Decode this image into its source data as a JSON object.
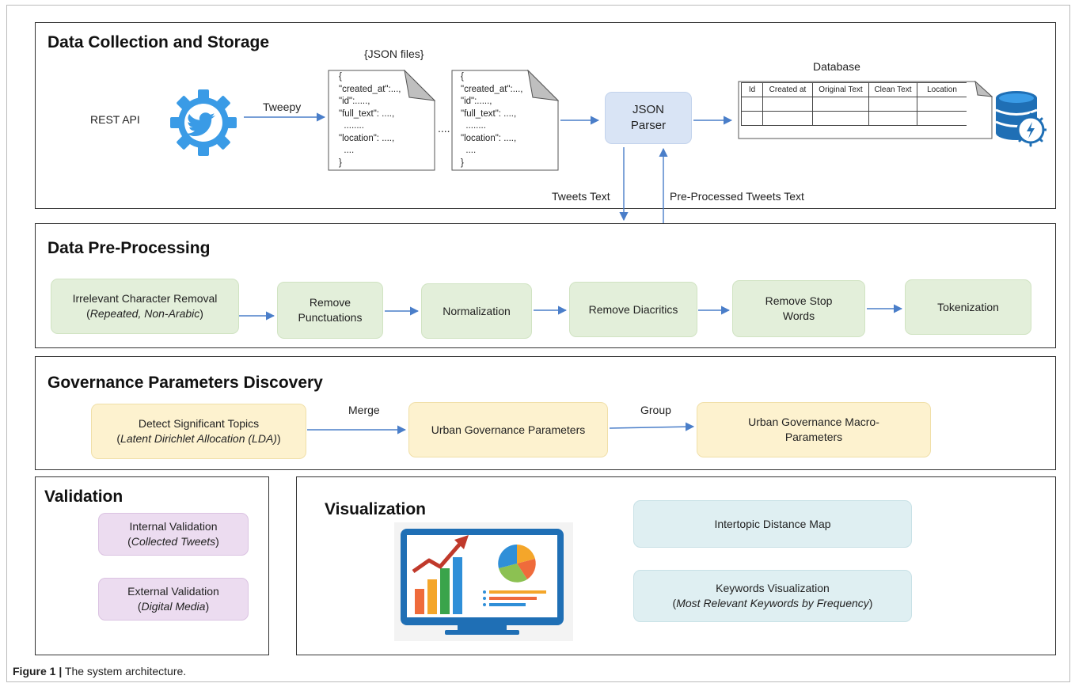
{
  "sections": {
    "collection": "Data Collection and Storage",
    "preprocessing": "Data Pre-Processing",
    "governance": "Governance Parameters Discovery",
    "validation": "Validation",
    "visualization": "Visualization"
  },
  "collection": {
    "rest_api": "REST API",
    "tweepy": "Tweepy",
    "json_files_label": "{JSON files}",
    "json_doc_lines": [
      "{",
      "\"created_at\":...,",
      "\"id\":.....,",
      "\"full_text\": ....,",
      "  ........",
      "\"location\": ....,",
      "  ....",
      "}"
    ],
    "ellipsis": "....",
    "parser": "JSON\nParser",
    "database_label": "Database",
    "db_columns": [
      "Id",
      "Created at",
      "Original Text",
      "Clean Text",
      "Location"
    ],
    "tweets_text": "Tweets Text",
    "preprocessed_text": "Pre-Processed Tweets Text"
  },
  "preprocessing_steps": [
    {
      "main": "Irrelevant Character Removal",
      "sub": "Repeated, Non-Arabic"
    },
    {
      "main": "Remove Punctuations",
      "sub": ""
    },
    {
      "main": "Normalization",
      "sub": ""
    },
    {
      "main": "Remove Diacritics",
      "sub": ""
    },
    {
      "main": "Remove Stop Words",
      "sub": ""
    },
    {
      "main": "Tokenization",
      "sub": ""
    }
  ],
  "governance": {
    "detect_main": "Detect Significant Topics",
    "detect_sub": "Latent Dirichlet Allocation (LDA)",
    "merge": "Merge",
    "parameters": "Urban Governance Parameters",
    "group": "Group",
    "macro": "Urban Governance Macro-Parameters"
  },
  "validation": {
    "internal_main": "Internal Validation",
    "internal_sub": "Collected Tweets",
    "external_main": "External Validation",
    "external_sub": "Digital Media"
  },
  "visualization": {
    "intertopic": "Intertopic Distance Map",
    "keywords_main": "Keywords Visualization",
    "keywords_sub": "Most Relevant Keywords by Frequency"
  },
  "caption": {
    "label": "Figure 1 |",
    "text": " The system architecture."
  },
  "icons": [
    "twitter-gear-icon",
    "database-icon",
    "monitor-chart-icon"
  ],
  "colors": {
    "twitter_blue": "#3a9be6",
    "arrow_blue": "#4a7ec9",
    "step_green": "#e3efda",
    "step_yellow": "#fdf2cf",
    "step_violet": "#ecdcf0",
    "step_cyan": "#dfeff2",
    "parser_blue": "#d9e4f5"
  }
}
